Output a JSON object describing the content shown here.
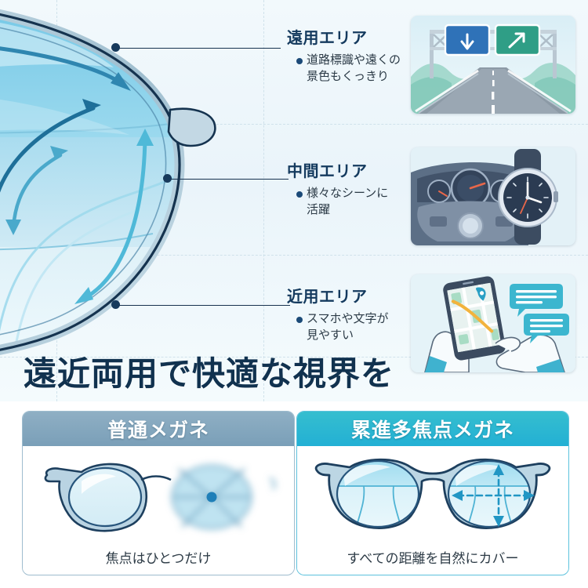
{
  "theme": {
    "background": "#eef6fa",
    "navy": "#143a5e",
    "deep_navy": "#11324f",
    "accent_cyan": "#23b0d4",
    "slate_blue": "#7a9fb8",
    "lens_blue": "#8fd2ea",
    "body_text": "#2b3a46"
  },
  "headline": "遠近両用で快適な視界を",
  "callouts": [
    {
      "id": "far",
      "title": "遠用エリア",
      "body_line1": "道路標識や遠くの",
      "body_line2": "景色もくっきり",
      "bullet_color": "#1b4a78",
      "thumb": "highway-signs"
    },
    {
      "id": "middle",
      "title": "中間エリア",
      "body_line1": "様々なシーンに",
      "body_line2": "活躍",
      "bullet_color": "#1b4a78",
      "thumb": "car-dashboard-watch"
    },
    {
      "id": "near",
      "title": "近用エリア",
      "body_line1": "スマホや文字が",
      "body_line2": "見やすい",
      "bullet_color": "#1b4a78",
      "thumb": "smartphone-map-chat"
    }
  ],
  "panels": [
    {
      "id": "normal",
      "header": "普通メガネ",
      "header_color": "#7a9fb8",
      "caption": "焦点はひとつだけ",
      "illustration": "single-vision-glasses-blurred"
    },
    {
      "id": "progressive",
      "header": "累進多焦点メガネ",
      "header_color": "#23b0d4",
      "caption": "すべての距離を自然にカバー",
      "illustration": "progressive-glasses-zones"
    }
  ],
  "diagram": {
    "name": "progressive-lens-zone-diagram",
    "zones": [
      "遠用エリア",
      "中間エリア",
      "近用エリア"
    ],
    "arrows": [
      "vertical-far-range",
      "vertical-near-range",
      "curved-far-to-edge",
      "curved-mid-to-edge",
      "curved-near-to-edge"
    ]
  }
}
